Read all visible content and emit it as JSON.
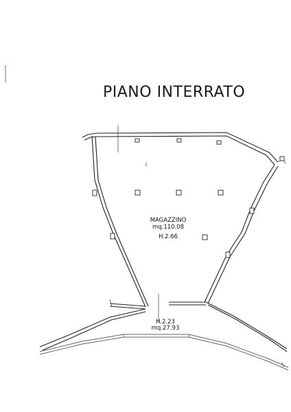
{
  "plan": {
    "title": "PIANO INTERRATO",
    "room_main": {
      "name": "MAGAZZINO",
      "area": "mq.110.08",
      "height": "H.2.66"
    },
    "room_lower": {
      "height": "H.2.23",
      "area": "mq.27.93"
    }
  }
}
